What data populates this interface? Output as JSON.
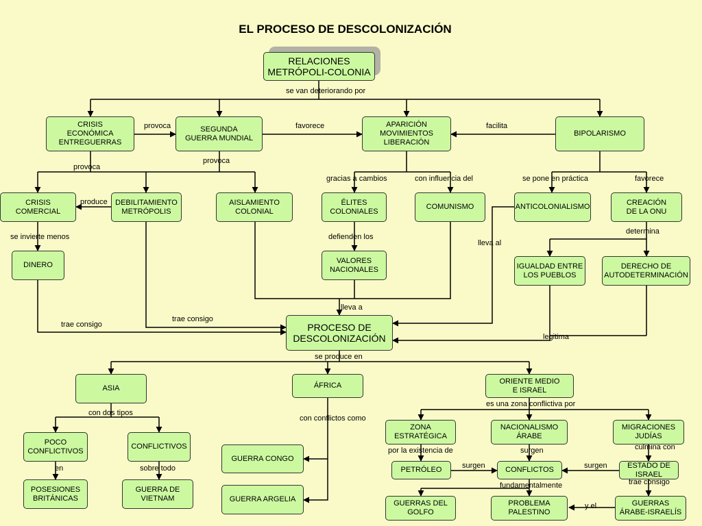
{
  "title": "EL PROCESO DE DESCOLONIZACIÓN",
  "nodes": {
    "relaciones": "RELACIONES\nMETRÓPOLI-COLONIA",
    "crisis_economica": "CRISIS\nECONÓMICA\nENTREGUERRAS",
    "segunda_guerra": "SEGUNDA\nGUERRA MUNDIAL",
    "aparicion": "APARICIÓN\nMOVIMIENTOS\nLIBERACIÓN",
    "bipolarismo": "BIPOLARISMO",
    "crisis_comercial": "CRISIS\nCOMERCIAL",
    "debilitamiento": "DEBILITAMIENTO\nMETRÓPOLIS",
    "aislamiento": "AISLAMIENTO\nCOLONIAL",
    "elites": "ÉLITES\nCOLONIALES",
    "comunismo": "COMUNISMO",
    "anticolonialismo": "ANTICOLONIALISMO",
    "creacion_onu": "CREACIÓN\nDE LA ONU",
    "dinero": "DINERO",
    "valores": "VALORES\nNACIONALES",
    "igualdad": "IGUALDAD ENTRE\nLOS PUEBLOS",
    "derecho": "DERECHO DE\nAUTODETERMINACIÓN",
    "proceso": "PROCESO DE\nDESCOLONIZACIÓN",
    "asia": "ASIA",
    "africa": "ÁFRICA",
    "oriente": "ORIENTE MEDIO\nE ISRAEL",
    "poco_conflictivos": "POCO\nCONFLICTIVOS",
    "conflictivos": "CONFLICTIVOS",
    "guerra_congo": "GUERRA CONGO",
    "guerra_argelia": "GUERRA ARGELIA",
    "zona_estrategica": "ZONA\nESTRATÉGICA",
    "nacionalismo": "NACIONALISMO\nÁRABE",
    "migraciones": "MIGRACIONES\nJUDÍAS",
    "posesiones": "POSESIONES\nBRITÁNICAS",
    "guerra_vietnam": "GUERRA DE\nVIETNAM",
    "petroleo": "PETRÓLEO",
    "conflictos": "CONFLICTOS",
    "estado_israel": "ESTADO DE\nISRAEL",
    "guerras_golfo": "GUERRAS DEL\nGOLFO",
    "problema_palestino": "PROBLEMA\nPALESTINO",
    "guerras_arabe": "GUERRAS\nÁRABE-ISRAELÍS"
  },
  "links": {
    "se_van_deteriorando": "se van deteriorando por",
    "provoca_1": "provoca",
    "favorece_1": "favorece",
    "facilita": "facilita",
    "provoca_2": "provoca",
    "provoca_3": "provoca",
    "gracias_a_cambios": "gracias a cambios",
    "con_influencia": "con influencia del",
    "se_pone_en_practica": "se pone en práctica",
    "favorece_2": "favorece",
    "produce": "produce",
    "se_invierte_menos": "se invierte menos",
    "defienden_los": "defienden los",
    "lleva_al": "lleva al",
    "determina": "determina",
    "lleva_a": "lleva a",
    "trae_consigo_1": "trae consigo",
    "trae_consigo_2": "trae consigo",
    "legitima": "legitima",
    "se_produce_en": "se produce en",
    "con_dos_tipos": "con dos tipos",
    "con_conflictos_como": "con conflictos como",
    "es_una_zona": "es una zona conflictiva por",
    "en": "en",
    "sobre_todo": "sobre todo",
    "por_la_existencia": "por la existencia de",
    "surgen_1": "surgen",
    "culmina_con": "culmina con",
    "surgen_2": "surgen",
    "surgen_3": "surgen",
    "trae_consigo_3": "trae consigo",
    "fundamentalmente": "fundamentalmente",
    "y_el": "y el"
  }
}
